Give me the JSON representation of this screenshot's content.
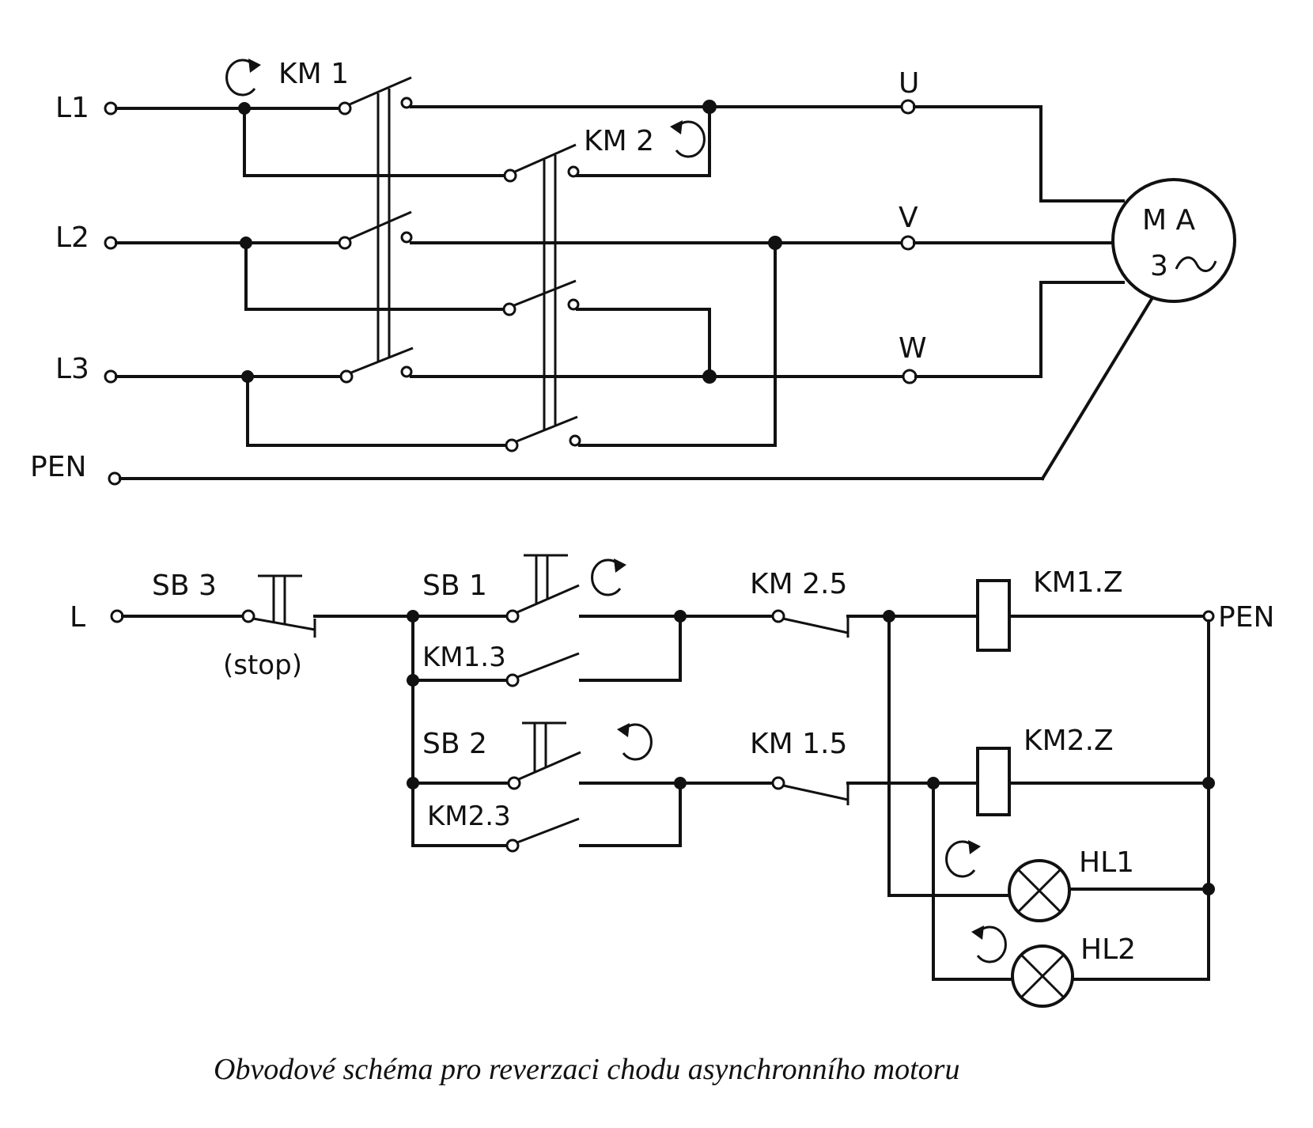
{
  "diagram": {
    "power_circuit": {
      "inputs": [
        "L1",
        "L2",
        "L3",
        "PEN"
      ],
      "contactors": [
        "KM 1",
        "KM 2"
      ],
      "outputs": [
        "U",
        "V",
        "W"
      ],
      "motor": {
        "line1": "M A",
        "line2": "3"
      }
    },
    "control_circuit": {
      "supply": "L",
      "return": "PEN",
      "stop_button": "SB 3",
      "stop_note": "(stop)",
      "forward_button": "SB 1",
      "forward_hold": "KM1.3",
      "reverse_button": "SB 2",
      "reverse_hold": "KM2.3",
      "interlock_1": "KM 2.5",
      "interlock_2": "KM 1.5",
      "coil_1": "KM1.Z",
      "coil_2": "KM2.Z",
      "lamp_1": "HL1",
      "lamp_2": "HL2"
    },
    "caption": "Obvodové schéma pro reverzaci chodu asynchronního motoru"
  }
}
